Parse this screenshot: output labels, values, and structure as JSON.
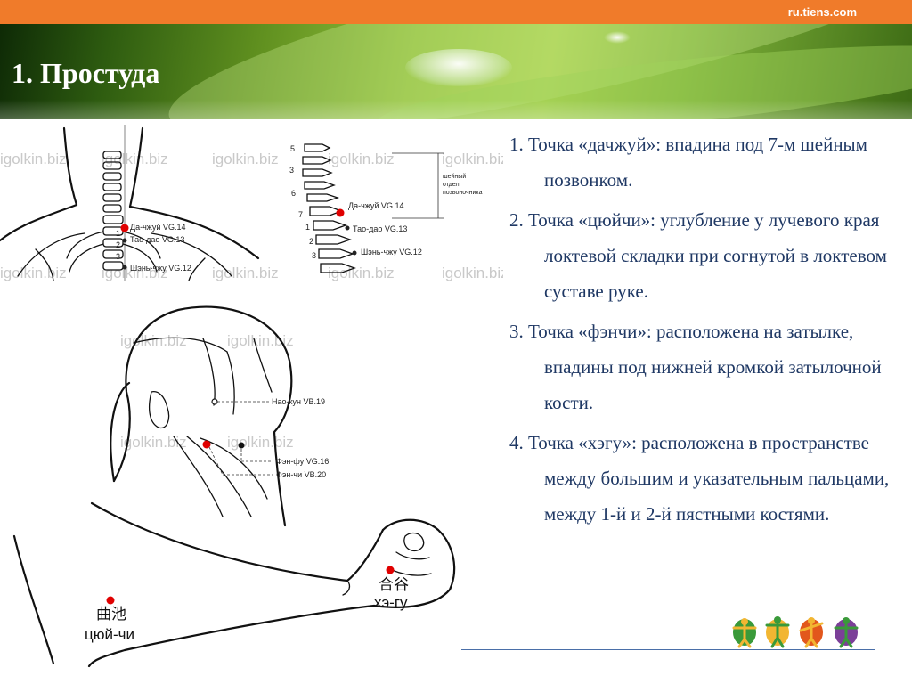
{
  "header": {
    "site": "ru.tiens.com",
    "title": "1. Простуда"
  },
  "figures": {
    "watermark": "igolkin.biz",
    "back": {
      "points": [
        "Да-чжуй VG.14",
        "Тао-дао VG.13",
        "Шэнь-чжу VG.12"
      ],
      "numbers": [
        "1",
        "2",
        "3"
      ]
    },
    "spine": {
      "points": [
        "Да-чжуй VG.14",
        "Тао-дао VG.13",
        "Шэнь-чжу VG.12"
      ],
      "numbers": [
        "5",
        "3",
        "6",
        "7",
        "1",
        "2",
        "3"
      ],
      "section": [
        "шейный",
        "отдел",
        "позвоночника"
      ]
    },
    "head": {
      "points": [
        "Нао-кун VB.19",
        "Фэн-фу VG.16",
        "Фэн-чи VB.20"
      ]
    },
    "arm": {
      "quchi_hanzi": "曲池",
      "quchi_name": "цюй-чи",
      "hegu_hanzi": "合谷",
      "hegu_name": "хэ-гу"
    }
  },
  "points_list": [
    "1. Точка «дачжуй»: впадина под 7-м шейным позвонком.",
    "2. Точка «цюйчи»: углубление у лучевого края локтевой складки при согнутой в локтевом суставе руке.",
    "3. Точка «фэнчи»: расположена на затылке, впадины под нижней кромкой затылочной кости.",
    "4. Точка «хэгу»: расположена в пространстве между большим и указательным пальцами, между 1-й и 2-й пястными костями."
  ],
  "colors": {
    "accent_bar": "#f07b2a",
    "text": "#1f3864",
    "point_marker": "#e00000"
  },
  "icons": [
    "person-green-icon",
    "person-yellow-icon",
    "person-orange-icon",
    "person-purple-icon"
  ]
}
